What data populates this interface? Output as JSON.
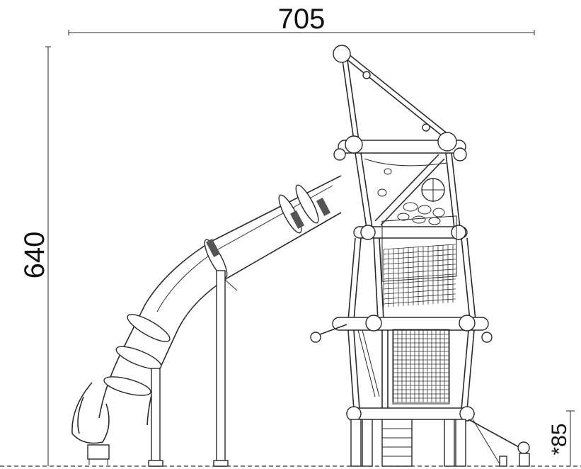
{
  "dimensions": {
    "width_label": "705",
    "height_label": "640",
    "depth_label": "*85"
  }
}
